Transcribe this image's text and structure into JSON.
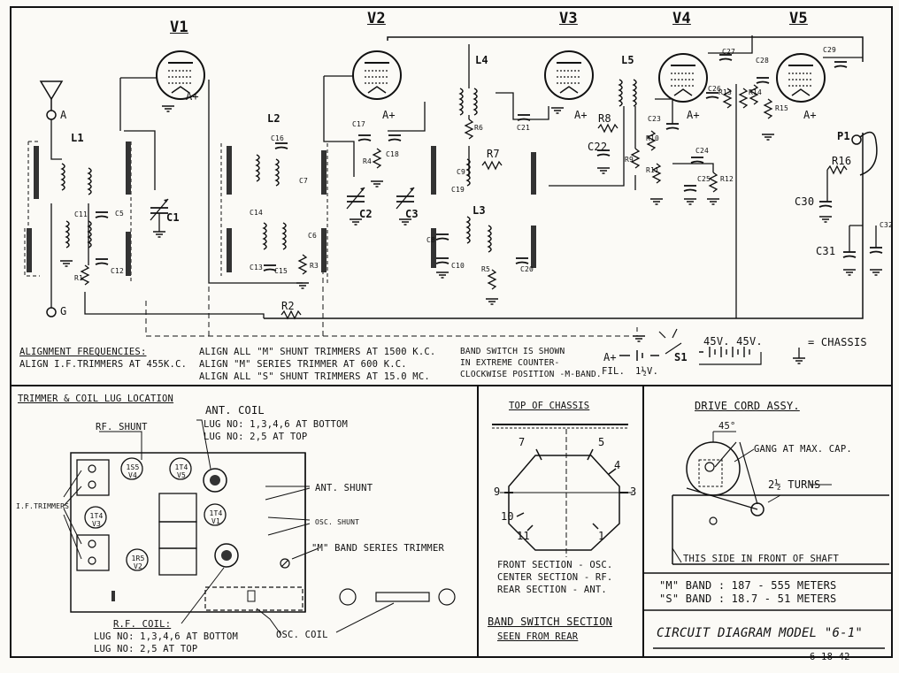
{
  "tubes": [
    "V1",
    "V2",
    "V3",
    "V4",
    "V5"
  ],
  "components": {
    "coils": [
      "L1",
      "L2",
      "L3",
      "L4",
      "L5"
    ],
    "capacitors": [
      "C1",
      "C2",
      "C3",
      "C5",
      "C6",
      "C7",
      "C8",
      "C9",
      "C10",
      "C11",
      "C12",
      "C13",
      "C14",
      "C15",
      "C16",
      "C17",
      "C18",
      "C19",
      "C20",
      "C21",
      "C22",
      "C23",
      "C24",
      "C25",
      "C26",
      "C27",
      "C28",
      "C29",
      "C30",
      "C31",
      "C32"
    ],
    "resistors": [
      "R1",
      "R2",
      "R3",
      "R4",
      "R5",
      "R6",
      "R7",
      "R8",
      "R9",
      "R10",
      "R11",
      "R12",
      "R13",
      "R14",
      "R15",
      "R16"
    ],
    "terminals": {
      "ant": "A",
      "gnd": "G",
      "speaker": "P1",
      "a_plus": "A+",
      "fil": "FIL.",
      "fil_v": "1½V.",
      "switch": "S1",
      "b_volts": "45V. 45V."
    }
  },
  "notes": {
    "alignment_title": "ALIGNMENT FREQUENCIES:",
    "align_if": "ALIGN I.F.TRIMMERS AT 455K.C.",
    "align_m_shunt": "ALIGN ALL \"M\" SHUNT TRIMMERS AT 1500 K.C.",
    "align_m_series": "ALIGN \"M\" SERIES TRIMMER AT 600 K.C.",
    "align_s_shunt": "ALIGN ALL \"S\" SHUNT TRIMMERS AT 15.0 MC.",
    "band_switch_1": "BAND SWITCH IS SHOWN",
    "band_switch_2": "IN EXTREME COUNTER-",
    "band_switch_3": "CLOCKWISE POSITION -M-BAND.",
    "chassis": "= CHASSIS"
  },
  "trimmer_panel": {
    "title": "TRIMMER & COIL LUG LOCATION",
    "ant_coil": "ANT. COIL",
    "ant_lug_bottom": "LUG NO: 1,3,4,6 AT BOTTOM",
    "ant_lug_top": "LUG NO: 2,5 AT TOP",
    "rf_shunt": "RF. SHUNT",
    "if_trimmers": "I.F.TRIMMERS",
    "ant_shunt": "ANT. SHUNT",
    "osc_shunt": "OSC. SHUNT",
    "m_band_series": "\"M\" BAND SERIES TRIMMER",
    "rf_coil": "R.F. COIL:",
    "rf_lug_bottom": "LUG NO: 1,3,4,6 AT BOTTOM",
    "rf_lug_top": "LUG NO: 2,5 AT TOP",
    "osc_coil": "OSC. COIL",
    "tube_labels": [
      "1S5 V4",
      "1T4 V5",
      "1T4 V3",
      "1R5 V2",
      "1T4 V1"
    ]
  },
  "band_switch_panel": {
    "top_of_chassis": "TOP OF CHASSIS",
    "front": "FRONT SECTION - OSC.",
    "center": "CENTER SECTION - RF.",
    "rear": "REAR SECTION - ANT.",
    "title": "BAND SWITCH SECTION",
    "subtitle": "SEEN FROM REAR",
    "lugs": [
      "7",
      "5",
      "4",
      "3",
      "1",
      "11",
      "10",
      "9"
    ]
  },
  "drive_cord_panel": {
    "title": "DRIVE CORD ASSY.",
    "angle": "45°",
    "gang": "GANG AT MAX. CAP.",
    "turns": "2½ TURNS",
    "front_shaft": "THIS SIDE IN FRONT OF SHAFT"
  },
  "bands": {
    "m_band": "\"M\" BAND : 187 - 555 METERS",
    "s_band": "\"S\" BAND : 18.7 - 51 METERS"
  },
  "footer": {
    "title": "CIRCUIT DIAGRAM MODEL \"6-1\"",
    "date": "6-18-42"
  }
}
